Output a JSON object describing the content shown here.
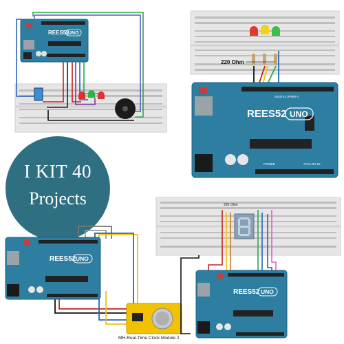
{
  "badge": {
    "line1": "I KIT 40",
    "line2": "Projects"
  },
  "board": {
    "brand": "REES52",
    "model": "UNO",
    "digital_label": "DIGITAL (PWM~)",
    "power_label": "POWER",
    "analog_label": "ANALOG IN"
  },
  "circuit_top_right": {
    "resistor_label": "220 Ohm"
  },
  "circuit_bottom_left": {
    "module_label": "MH-Real-Time Clock Module 2"
  },
  "circuit_bottom_right": {
    "resistor_label": "220 Ohm"
  },
  "colors": {
    "board": "#2e7ea1",
    "badge": "#2f6f82",
    "breadboard": "#e8e8e8",
    "module": "#f2c200"
  }
}
